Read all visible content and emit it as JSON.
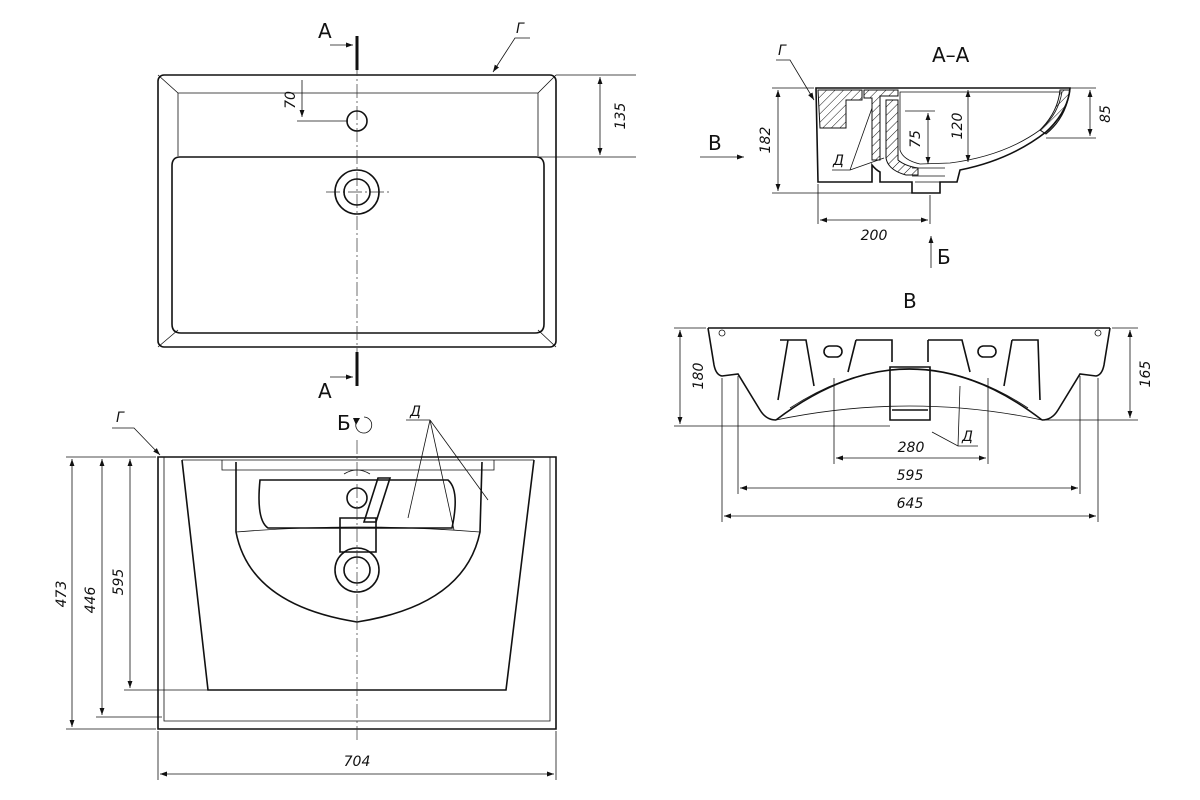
{
  "labels": {
    "section_a_top": "А",
    "section_a_bottom": "А",
    "section_title": "А–А",
    "view_b_arrow": "Б",
    "view_v_arrow": "В",
    "view_v_title": "В",
    "view_b_rot": "Б",
    "letter_g_top": "Г",
    "letter_g_section": "Г",
    "letter_g_bottom": "Г",
    "letter_d_section": "Д",
    "letter_d_view_v": "Д",
    "letter_d_bottom": "Д"
  },
  "dimensions": {
    "top_70": "70",
    "top_135": "135",
    "sec_182": "182",
    "sec_75": "75",
    "sec_120": "120",
    "sec_85": "85",
    "sec_200": "200",
    "v_180": "180",
    "v_165": "165",
    "v_280": "280",
    "v_595": "595",
    "v_645": "645",
    "b_473": "473",
    "b_446": "446",
    "b_595": "595",
    "b_704": "704"
  }
}
